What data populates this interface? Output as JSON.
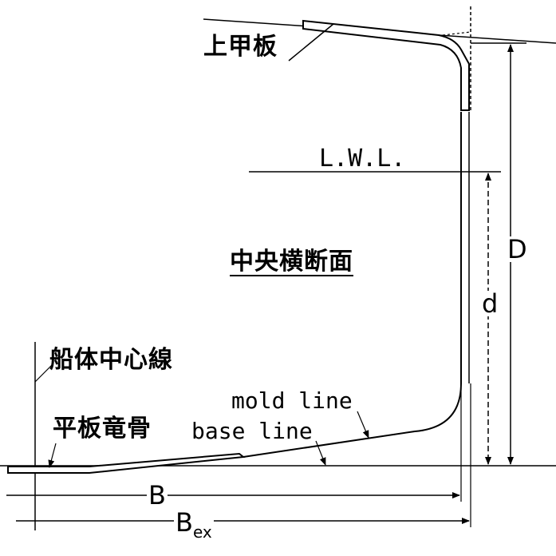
{
  "labels": {
    "upper_deck": "上甲板",
    "lwl": "L.W.L.",
    "midship_section": "中央横断面",
    "hull_centerline": "船体中心線",
    "flat_keel": "平板竜骨",
    "mold_line": "mold line",
    "base_line": "base line"
  },
  "dimensions": {
    "depth": "D",
    "draft": "d",
    "breadth": "B",
    "breadth_ext_main": "B",
    "breadth_ext_sub": "ex"
  },
  "colors": {
    "line": "#000000",
    "background": "#ffffff"
  }
}
